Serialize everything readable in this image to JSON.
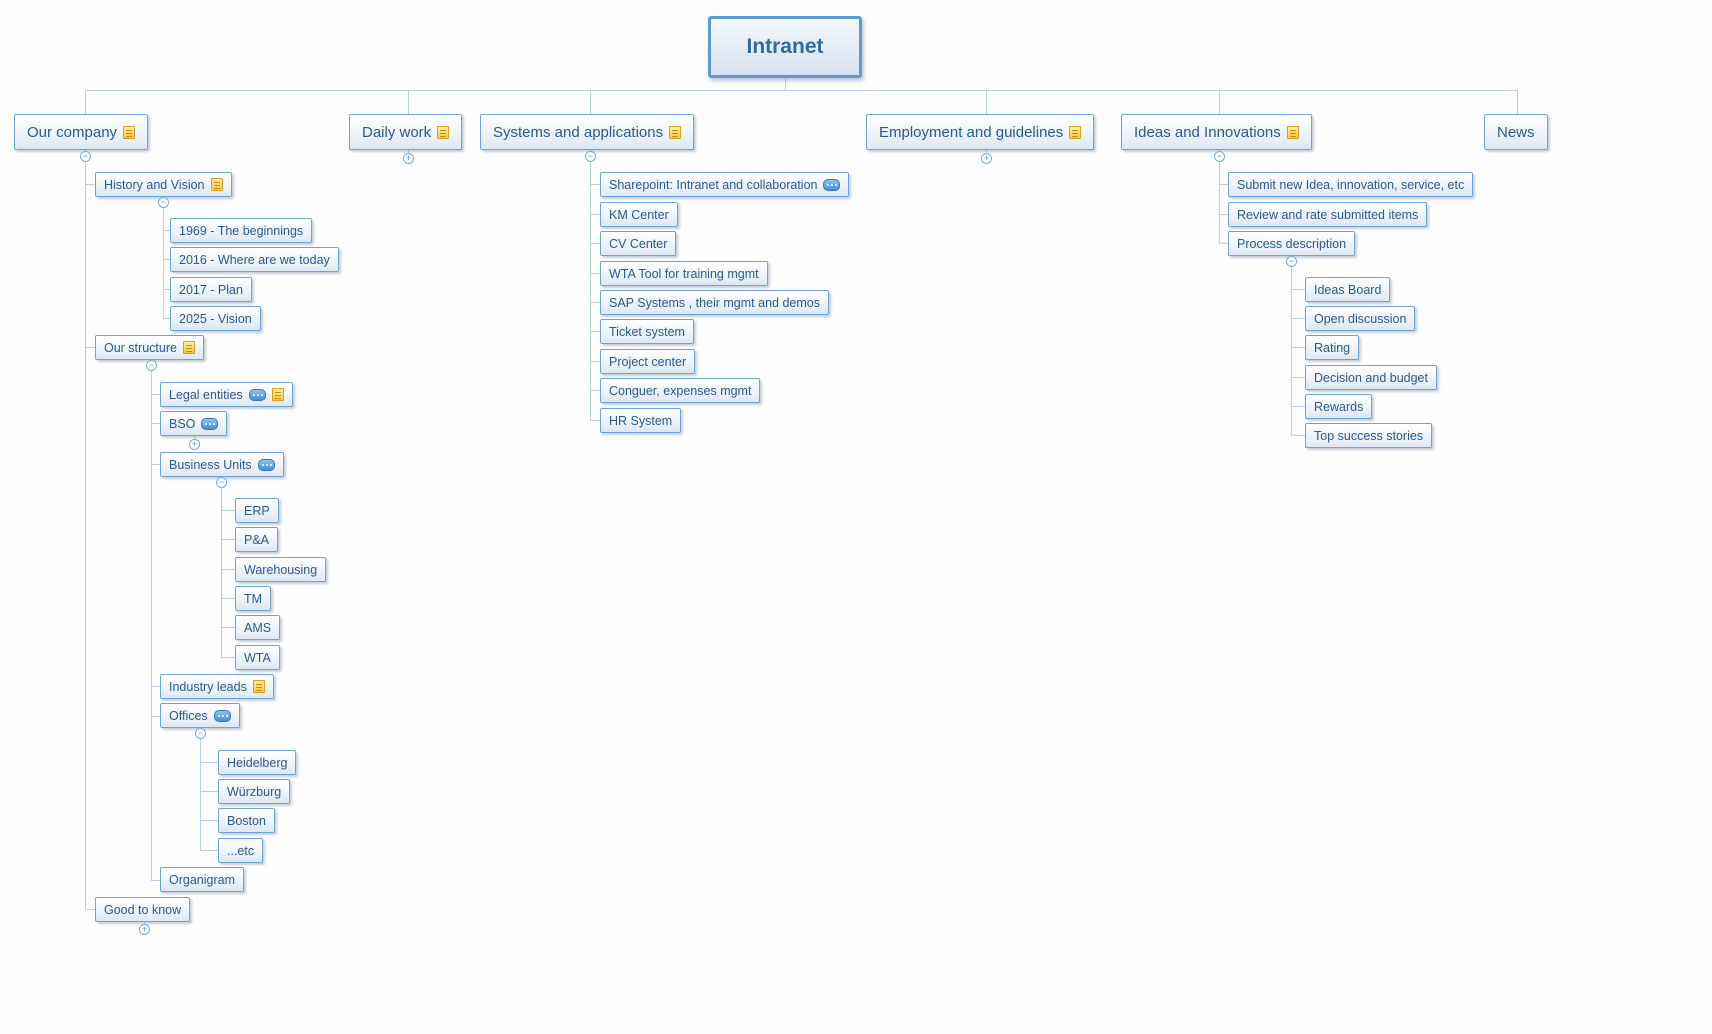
{
  "root": {
    "label": "Intranet"
  },
  "nodes": {
    "our_company": {
      "label": "Our company"
    },
    "daily_work": {
      "label": "Daily work"
    },
    "systems_apps": {
      "label": "Systems and applications"
    },
    "employment": {
      "label": "Employment and guidelines"
    },
    "ideas": {
      "label": "Ideas and Innovations"
    },
    "news": {
      "label": "News"
    },
    "history_vision": {
      "label": "History and Vision"
    },
    "y1969": {
      "label": "1969 - The beginnings"
    },
    "y2016": {
      "label": "2016 - Where are we today"
    },
    "y2017": {
      "label": "2017 - Plan"
    },
    "y2025": {
      "label": "2025 - Vision"
    },
    "our_structure": {
      "label": "Our structure"
    },
    "legal_entities": {
      "label": "Legal entities"
    },
    "bso": {
      "label": "BSO"
    },
    "business_units": {
      "label": "Business Units"
    },
    "erp": {
      "label": "ERP"
    },
    "pa": {
      "label": "P&A"
    },
    "warehousing": {
      "label": "Warehousing"
    },
    "tm": {
      "label": "TM"
    },
    "ams": {
      "label": "AMS"
    },
    "wta": {
      "label": "WTA"
    },
    "industry_leads": {
      "label": "Industry leads"
    },
    "offices": {
      "label": "Offices"
    },
    "heidelberg": {
      "label": "Heidelberg"
    },
    "wurzburg": {
      "label": "Würzburg"
    },
    "boston": {
      "label": "Boston"
    },
    "etc": {
      "label": "...etc"
    },
    "organigram": {
      "label": "Organigram"
    },
    "good_to_know": {
      "label": "Good to know"
    },
    "sharepoint": {
      "label": "Sharepoint: Intranet and collaboration"
    },
    "km_center": {
      "label": "KM Center"
    },
    "cv_center": {
      "label": "CV Center"
    },
    "wta_tool": {
      "label": "WTA Tool for training mgmt"
    },
    "sap_systems": {
      "label": "SAP Systems , their mgmt and demos"
    },
    "ticket_system": {
      "label": "Ticket system"
    },
    "project_center": {
      "label": "Project center"
    },
    "conguer": {
      "label": "Conguer, expenses mgmt"
    },
    "hr_system": {
      "label": "HR System"
    },
    "submit_idea": {
      "label": "Submit new Idea, innovation, service, etc"
    },
    "review_rate": {
      "label": "Review and rate submitted items"
    },
    "process_desc": {
      "label": "Process description"
    },
    "ideas_board": {
      "label": "Ideas Board"
    },
    "open_discussion": {
      "label": "Open discussion"
    },
    "rating": {
      "label": "Rating"
    },
    "decision_budget": {
      "label": "Decision and budget"
    },
    "rewards": {
      "label": "Rewards"
    },
    "top_success": {
      "label": "Top success stories"
    }
  },
  "icons": {
    "document": "📄",
    "comment": "💬",
    "collapse": "−",
    "expand": "+"
  },
  "colors": {
    "node_border": "#6fa3d8",
    "root_border": "#5b9bd5",
    "node_text": "#2a5a8c",
    "connector": "#b9cfe7",
    "document_icon": "#f6c945",
    "comment_icon": "#4a90d9",
    "background": "#fdfdfd"
  }
}
